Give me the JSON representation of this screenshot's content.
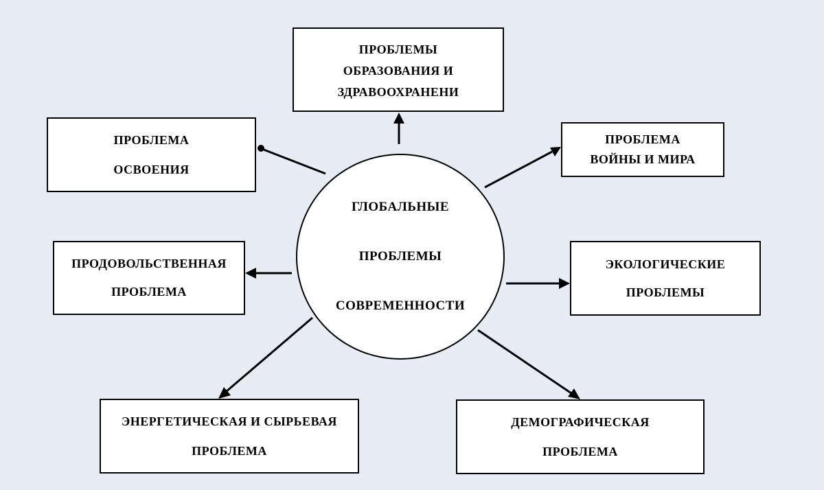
{
  "diagram": {
    "hub": {
      "lines": [
        "ГЛОБАЛЬНЫЕ",
        "ПРОБЛЕМЫ",
        "СОВРЕМЕННОСТИ"
      ]
    },
    "nodes": {
      "education": {
        "lines": [
          "ПРОБЛЕМЫ",
          "ОБРАЗОВАНИЯ И",
          "ЗДРАВООХРАНЕНИ"
        ]
      },
      "development": {
        "lines": [
          "ПРОБЛЕМА",
          "ОСВОЕНИЯ"
        ]
      },
      "war_peace": {
        "lines": [
          "ПРОБЛЕМА",
          "ВОЙНЫ И МИРА"
        ]
      },
      "food": {
        "lines": [
          "ПРОДОВОЛЬСТВЕННАЯ",
          "ПРОБЛЕМА"
        ]
      },
      "ecology": {
        "lines": [
          "ЭКОЛОГИЧЕСКИЕ",
          "ПРОБЛЕМЫ"
        ]
      },
      "energy": {
        "lines": [
          "ЭНЕРГЕТИЧЕСКАЯ И СЫРЬЕВАЯ",
          "ПРОБЛЕМА"
        ]
      },
      "demography": {
        "lines": [
          "ДЕМОГРАФИЧЕСКАЯ",
          "ПРОБЛЕМА"
        ]
      }
    }
  }
}
